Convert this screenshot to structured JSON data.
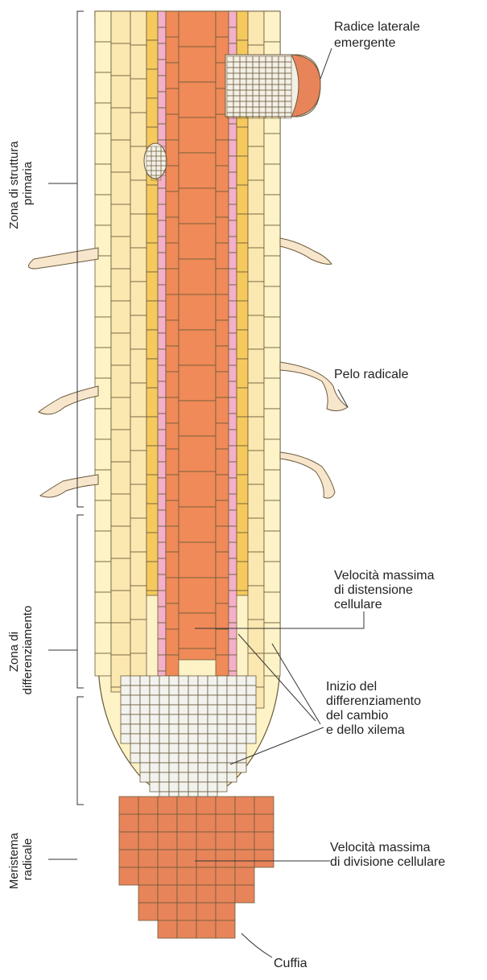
{
  "colors": {
    "background": "#ffffff",
    "epidermis": "#fdf3c6",
    "cortex": "#fbe7b0",
    "endodermis": "#f5c95c",
    "pericycle": "#f3b0c8",
    "stele": "#f08a58",
    "meristem": "#f2f2ee",
    "cap": "#e8845a",
    "outline": "#6b5a3a"
  },
  "zones": [
    {
      "lines": [
        "Zona di struttura",
        "primaria"
      ]
    },
    {
      "lines": [
        "Zona di",
        "differenziamento"
      ]
    },
    {
      "lines": [
        "Meristema",
        "radicale"
      ]
    }
  ],
  "labels": {
    "lateral_root": [
      "Radice laterale",
      "emergente"
    ],
    "root_hair": [
      "Pelo radicale"
    ],
    "max_elongation": [
      "Velocità massima",
      "di distensione",
      "cellulare"
    ],
    "differentiation_start": [
      "Inizio del",
      "differenziamento",
      "del cambio",
      "e dello xilema"
    ],
    "max_division": [
      "Velocità massima",
      "di divisione cellulare"
    ],
    "cap": [
      "Cuffia"
    ]
  }
}
